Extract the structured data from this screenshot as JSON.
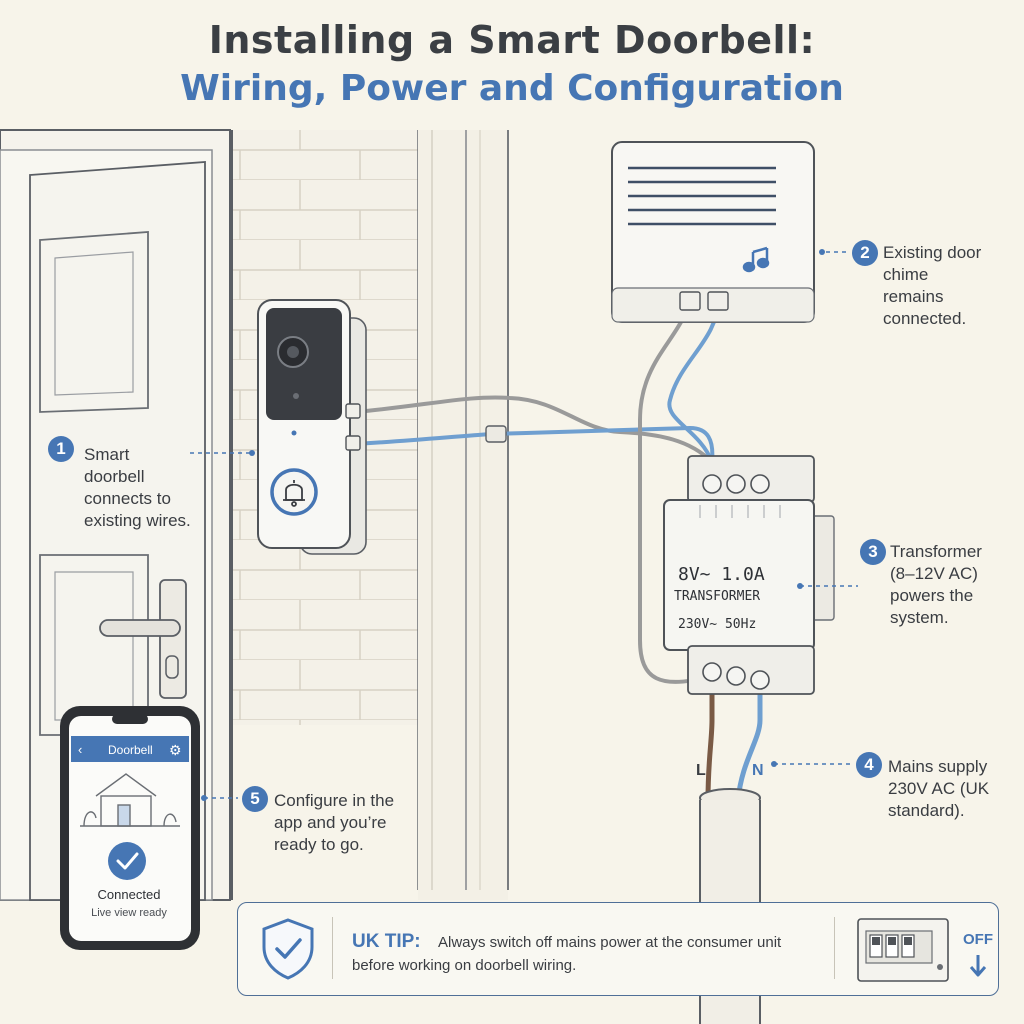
{
  "title": {
    "line1": "Installing a Smart Doorbell:",
    "line2": "Wiring, Power and Configuration"
  },
  "callouts": [
    {
      "number": "1",
      "text": "Smart doorbell connects to existing wires."
    },
    {
      "number": "2",
      "text": "Existing door chime remains connected."
    },
    {
      "number": "3",
      "text": "Transformer (8–12V AC) powers the system."
    },
    {
      "number": "4",
      "text": "Mains supply 230V AC (UK standard)."
    },
    {
      "number": "5",
      "text": "Configure in the app and you’re ready to go."
    }
  ],
  "transformer": {
    "rating": "8V~ 1.0A",
    "label": "TRANSFORMER",
    "input": "230V~ 50Hz"
  },
  "mains": {
    "live": "L",
    "neutral": "N"
  },
  "phone": {
    "header_title": "Doorbell",
    "status": "Connected",
    "sub_status": "Live view ready",
    "back_icon": "chevron-left-icon",
    "settings_icon": "gear-icon"
  },
  "tip": {
    "label": "UK TIP:",
    "text": "Always switch off mains power at the consumer unit before working on doorbell wiring.",
    "switch_label": "OFF"
  },
  "colors": {
    "accent": "#4676b4",
    "title": "#3b3f44",
    "wire_blue": "#6f9fd0",
    "wire_grey": "#9a9a9a",
    "wire_brown": "#7a5a45"
  }
}
